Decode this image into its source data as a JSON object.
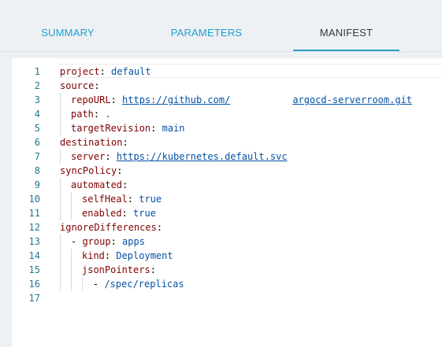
{
  "tabs": [
    {
      "label": "SUMMARY",
      "active": false
    },
    {
      "label": "PARAMETERS",
      "active": false
    },
    {
      "label": "MANIFEST",
      "active": true
    }
  ],
  "colors": {
    "tab_link": "#1e9fd3",
    "tab_active_text": "#2f3b45",
    "tab_underline": "#2b9fc5",
    "yaml_key": "#800000",
    "yaml_value": "#0451a5",
    "line_number": "#237893"
  },
  "manifest": {
    "line_numbers": [
      "1",
      "2",
      "3",
      "4",
      "5",
      "6",
      "7",
      "8",
      "9",
      "10",
      "11",
      "12",
      "13",
      "14",
      "15",
      "16",
      "17"
    ],
    "lines": [
      {
        "key": "project",
        "sep": ": ",
        "value": "default"
      },
      {
        "key": "source",
        "sep": ":"
      },
      {
        "key": "repoURL",
        "sep": ": ",
        "url_prefix": "https://github.com/",
        "url_suffix": "argocd-serverroom.git"
      },
      {
        "key": "path",
        "sep": ": ",
        "value": "."
      },
      {
        "key": "targetRevision",
        "sep": ": ",
        "value": "main"
      },
      {
        "key": "destination",
        "sep": ":"
      },
      {
        "key": "server",
        "sep": ": ",
        "url": "https://kubernetes.default.svc"
      },
      {
        "key": "syncPolicy",
        "sep": ":"
      },
      {
        "key": "automated",
        "sep": ":"
      },
      {
        "key": "selfHeal",
        "sep": ": ",
        "value": "true"
      },
      {
        "key": "enabled",
        "sep": ": ",
        "value": "true"
      },
      {
        "key": "ignoreDifferences",
        "sep": ":"
      },
      {
        "dash": "- ",
        "key": "group",
        "sep": ": ",
        "value": "apps"
      },
      {
        "key": "kind",
        "sep": ": ",
        "value": "Deployment"
      },
      {
        "key": "jsonPointers",
        "sep": ":"
      },
      {
        "dash": "- ",
        "value": "/spec/replicas"
      }
    ]
  }
}
